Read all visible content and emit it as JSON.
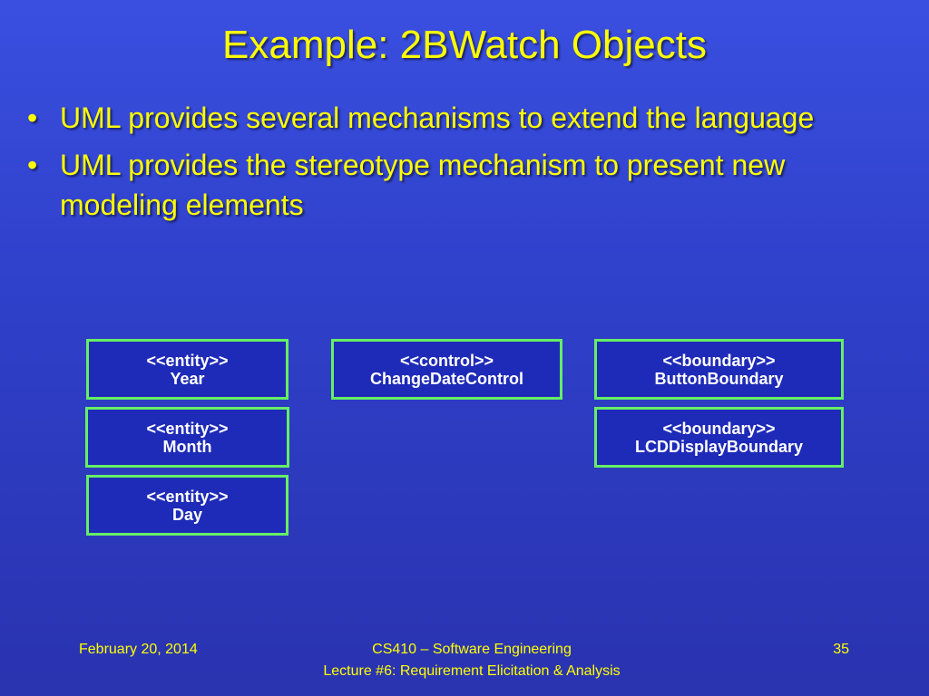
{
  "slide": {
    "title": "Example: 2BWatch Objects",
    "bullets": [
      "UML provides several mechanisms to extend the language",
      "UML provides the stereotype mechanism to present new modeling elements"
    ]
  },
  "boxes": {
    "year": {
      "stereotype": "<<entity>>",
      "name": "Year"
    },
    "month": {
      "stereotype": "<<entity>>",
      "name": "Month"
    },
    "day": {
      "stereotype": "<<entity>>",
      "name": "Day"
    },
    "change_date_control": {
      "stereotype": "<<control>>",
      "name": "ChangeDateControl"
    },
    "button_boundary": {
      "stereotype": "<<boundary>>",
      "name": "ButtonBoundary"
    },
    "lcd_display_boundary": {
      "stereotype": "<<boundary>>",
      "name": "LCDDisplayBoundary"
    }
  },
  "footer": {
    "date": "February 20, 2014",
    "course": "CS410 – Software Engineering",
    "lecture": "Lecture #6: Requirement Elicitation & Analysis",
    "page": "35"
  },
  "colors": {
    "title_text": "#ffff00",
    "box_border": "#66ee66",
    "box_text": "#ffffff",
    "background": "#2e3fc8"
  }
}
